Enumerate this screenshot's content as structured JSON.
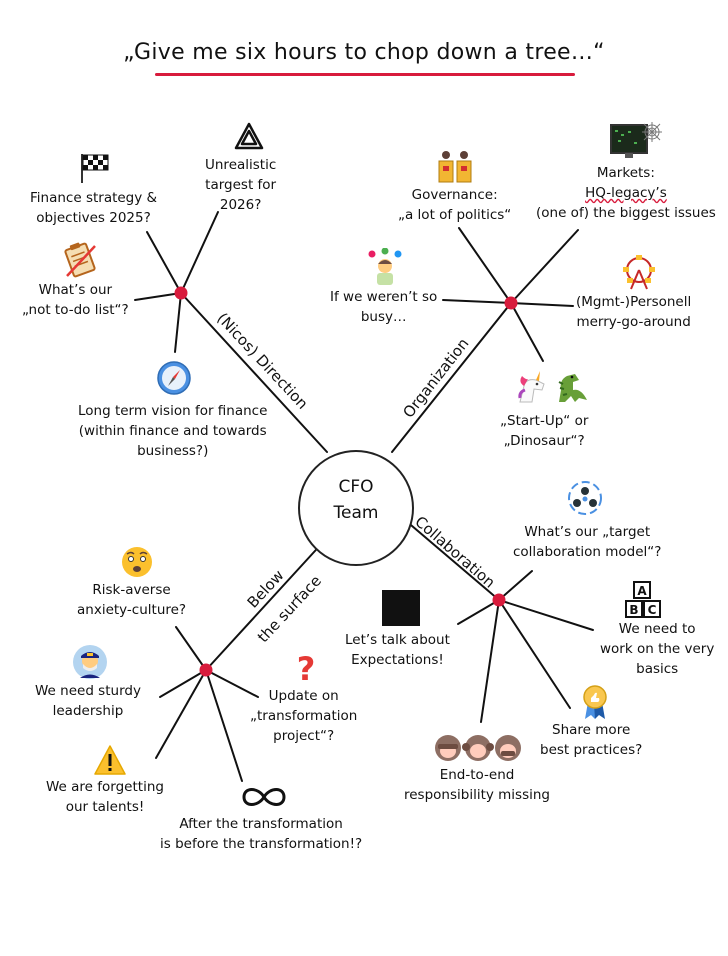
{
  "title": "„Give me six hours to chop down a tree…“",
  "accent_color": "#d81b3c",
  "center": {
    "line1": "CFO",
    "line2": "Team"
  },
  "branches": {
    "direction": "(Nicos) Direction",
    "organization": "Organization",
    "collaboration": "Collaboration",
    "below1": "Below",
    "below2": "the surface"
  },
  "labels": {
    "finance_strategy": [
      "Finance strategy &",
      "objectives 2025?"
    ],
    "unrealistic": [
      "Unrealistic",
      "targest for",
      "2026?"
    ],
    "not_to_do": [
      "What’s our",
      "„not to-do list“?"
    ],
    "long_term": [
      "Long term vision for finance",
      "(within finance and towards",
      "business?)"
    ],
    "governance": [
      "Governance:",
      "„a lot of politics“"
    ],
    "markets": [
      "Markets:",
      "HQ-legacy’s",
      "(one of) the biggest issues"
    ],
    "busy": [
      "If we weren’t so",
      "busy…"
    ],
    "personell": [
      "(Mgmt-)Personell",
      "merry-go-around"
    ],
    "startup": [
      "„Start-Up“ or",
      "„Dinosaur“?"
    ],
    "target_collab": [
      "What’s our „target",
      "collaboration model“?"
    ],
    "expectations": [
      "Let’s talk about",
      "Expectations!"
    ],
    "basics": [
      "We need to",
      "work on the very",
      "basics"
    ],
    "best_practices": [
      "Share more",
      "best practices?"
    ],
    "end_to_end": [
      "End-to-end",
      "responsibility missing"
    ],
    "risk_averse": [
      "Risk-averse",
      "anxiety-culture?"
    ],
    "leadership": [
      "We need sturdy",
      "leadership"
    ],
    "update": [
      "Update on",
      "„transformation",
      "project“?"
    ],
    "talents": [
      "We are forgetting",
      "our talents!"
    ],
    "after": [
      "After the transformation",
      "is before the transformation!?"
    ],
    "abc": [
      "A",
      "B",
      "C"
    ]
  },
  "icons": [
    "checkered-flag-icon",
    "penrose-triangle-icon",
    "clipboard-crossed-icon",
    "compass-icon",
    "podium-speakers-icon",
    "spider-web-monitor-icon",
    "juggler-icon",
    "ferris-wheel-icon",
    "unicorn-icon",
    "dinosaur-icon",
    "team-network-icon",
    "black-box-icon",
    "abc-blocks-icon",
    "award-badge-icon",
    "three-monkeys-icon",
    "anxious-face-icon",
    "captain-icon",
    "question-mark-icon",
    "warning-icon",
    "infinity-icon"
  ]
}
